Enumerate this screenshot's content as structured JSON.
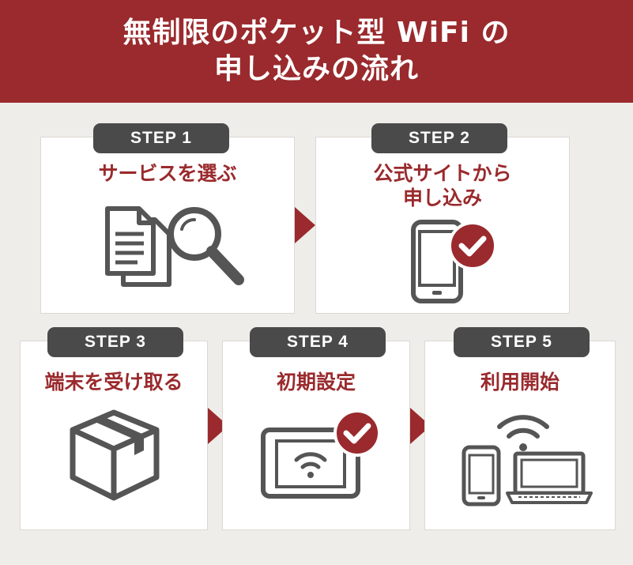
{
  "header": {
    "title_line1": "無制限のポケット型 WiFi の",
    "title_line2": "申し込みの流れ"
  },
  "steps": [
    {
      "label": "STEP 1",
      "title_lines": [
        "サービスを選ぶ"
      ],
      "icon": "document-magnifier-icon"
    },
    {
      "label": "STEP 2",
      "title_lines": [
        "公式サイトから",
        "申し込み"
      ],
      "icon": "smartphone-check-icon"
    },
    {
      "label": "STEP 3",
      "title_lines": [
        "端末を受け取る"
      ],
      "icon": "package-box-icon"
    },
    {
      "label": "STEP 4",
      "title_lines": [
        "初期設定"
      ],
      "icon": "pocket-wifi-check-icon"
    },
    {
      "label": "STEP 5",
      "title_lines": [
        "利用開始"
      ],
      "icon": "phone-laptop-wifi-icon"
    }
  ],
  "colors": {
    "accent": "#9a2a2d",
    "tab": "#4a4a4a",
    "icon": "#555555",
    "background": "#efede9",
    "card": "#ffffff"
  }
}
